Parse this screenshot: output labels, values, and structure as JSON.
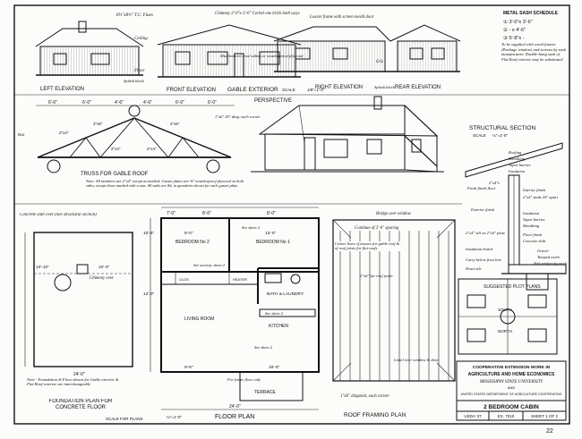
{
  "elevations": {
    "left": "LEFT ELEVATION",
    "front": "FRONT ELEVATION",
    "right": "RIGHT ELEVATION",
    "rear": "REAR ELEVATION",
    "gable_exterior": "GABLE EXTERIOR",
    "scale": "SCALE",
    "scale_value": "1/8\"=1'-0\"",
    "notes": {
      "flues": "8½\"x8½\" T.C. Flues",
      "ceiling": "Ceiling",
      "floor": "Floor",
      "splash_block": "Splash block",
      "chimney": "Chimney 2'-0\"x 3'-0\" Corbel one brick both ways",
      "louvre": "Louvre frame with screen meshl door",
      "matched_siding": "Matched vert. rool siding or weatherproof plywood",
      "os": "O.S."
    }
  },
  "sash_schedule": {
    "title": "METAL SASH SCHEDULE",
    "items": [
      "① 3'-0\"x 3'-6\"",
      "② - x 4'-6\"",
      "③ 5'-8\"x -"
    ],
    "notes": "To be supplied with wood frames (Package window) and screens by sash manufacturer. Double-hung sash of Flat Roof exterior may be substituted"
  },
  "truss": {
    "title": "TRUSS FOR GABLE ROOF",
    "dims": [
      "6'-0\"",
      "6'-0\"",
      "4'-6\"",
      "4'-6\"",
      "6'-0\"",
      "6'-0\""
    ],
    "labels": [
      "2\"x4\"",
      "2\"x6\"",
      "2\"x4\"",
      "2\"x4\"",
      "2\"x6\""
    ],
    "corner_note": "1\"x6\" 45° diag. each corner",
    "detail_a": "Bolt",
    "note": "Note: All members are 2\"x4\" except as marked. Gusset plates are ⅜\" weatherproof plywood on both sides, except those marked with a star. All nails are 8d, in quantities shown for each gusset plate."
  },
  "perspective": {
    "title": "PERSPECTIVE"
  },
  "section": {
    "title": "STRUCTURAL SECTION",
    "scale": "SCALE",
    "scale_value": "¼\"=1'-0\"",
    "labels": [
      "Roofing",
      "Sheathing",
      "Vapor barrier",
      "Insulation",
      "Fresh finish floor",
      "2\"x4\"s",
      "Interior finish",
      "2\"x4\" studs 24\" apart",
      "Exterior finish",
      "Insulation",
      "Vapor barrier",
      "Sheathing",
      "2\"x4\" sill on 2\"x4\" plate",
      "Floor finish",
      "Concrete slab",
      "Insulation board",
      "Gravel",
      "Tamped earth",
      "Drain tile",
      "Carry below frost line",
      "Slab reinforcing mesh"
    ]
  },
  "foundation": {
    "title_note": "Concrete slab over (See structural section)",
    "dim_left": "13'-10\"",
    "dim_right": "10'-3\"",
    "chimney": "Chimney over",
    "footnote": "Note - Foundation & Floor shown for Gable exterior & Flat Roof exterior are interchangeable",
    "title": "FOUNDATION PLAN FOR CONCRETE FLOOR",
    "scale": "SCALE FOR PLANS",
    "bottom_dim": "24'-0\""
  },
  "floor_plan": {
    "title": "FLOOR PLAN",
    "scale_value": "¼\"=1'-0\"",
    "rooms": {
      "bedroom2": "BEDROOM No 2",
      "bedroom1": "BEDROOM No 1",
      "bath": "BATH & LAUNDRY",
      "living": "LIVING ROOM",
      "kitchen": "KITCHEN",
      "terrace": "TERRACE",
      "closet": "CLOS",
      "heater": "HEATER"
    },
    "notes": {
      "sheet2a": "See sheet 2",
      "section_sheet": "See section, sheet 2",
      "sheet2b": "See sheet 2",
      "sheet2c": "See sheet 2",
      "frame_floor": "For frame floor only"
    },
    "dims": [
      "7'-0\"",
      "8'-0\"",
      "8'-0\"",
      "9'-0\"",
      "13'-0\"",
      "12'-0\"",
      "10'-6\"",
      "9'-6\"",
      "16'-0\"",
      "24'-0\""
    ]
  },
  "roof_framing": {
    "bridge": "Bridge over window",
    "continue": "Continue of 2'-0\" spacing",
    "center_note": "Center lines of trusses for gable roof & of roof joists for flat roofs",
    "joists": "2\"x6\" for roof joists",
    "lintel": "Lintel over window & door",
    "diagonal": "1\"x6\" diagonal, each corner",
    "title": "ROOF FRAMING PLAN"
  },
  "plot": {
    "title": "SUGGESTED PLOT PLANS",
    "south": "SOUTH",
    "north": "NORTH"
  },
  "title_block": {
    "line1": "COOPERATIVE EXTENSION WORK IN",
    "line2": "AGRICULTURE AND HOME ECONOMICS",
    "line3": "MISSISSIPPI STATE UNIVERSITY",
    "line4": "AND",
    "line5": "UNITED STATES DEPARTMENT OF AGRICULTURE COOPERATING",
    "project": "2 BEDROOM CABIN",
    "cells": [
      "USDA '47",
      "EX. 7010",
      "SHEET 1 OF 2"
    ]
  },
  "page_number": "22"
}
